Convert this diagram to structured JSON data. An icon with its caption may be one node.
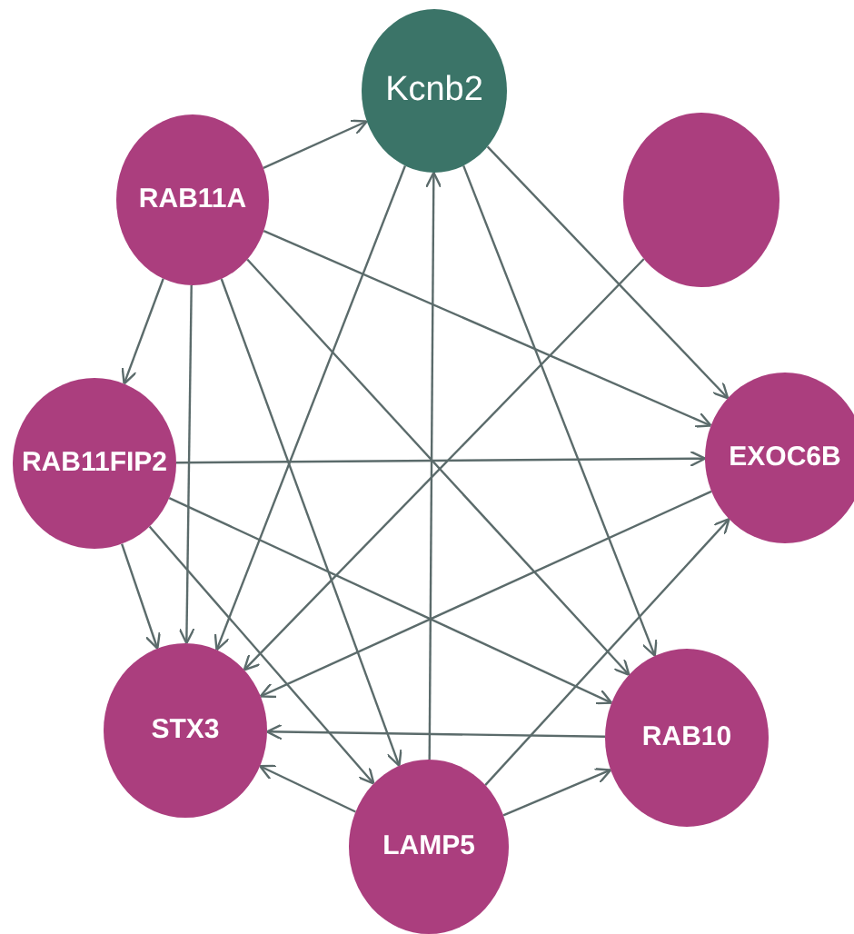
{
  "diagram": {
    "nodes": [
      {
        "text": [
          "Kcnb2"
        ]
      },
      {
        "text": [
          "RAB11A"
        ]
      },
      {
        "text": [],
        "shape": "circle"
      },
      {
        "text": [
          "RAB11FIP2"
        ]
      },
      {
        "text": [
          "EXOC6B"
        ]
      },
      {
        "text": [
          "STX3"
        ]
      },
      {
        "text": [
          "RAB10"
        ]
      },
      {
        "text": [
          "LAMP5"
        ]
      }
    ],
    "edges": [
      {
        "from": 1,
        "to": 0,
        "arrow": "to"
      },
      {
        "from": 1,
        "to": 3,
        "arrow": "to"
      },
      {
        "from": 1,
        "to": 5,
        "arrow": "to"
      },
      {
        "from": 1,
        "to": 7,
        "arrow": "to"
      },
      {
        "from": 1,
        "to": 6,
        "arrow": "to"
      },
      {
        "from": 1,
        "to": 4,
        "arrow": "to"
      },
      {
        "from": 0,
        "to": 5,
        "arrow": "to"
      },
      {
        "from": 7,
        "to": 0,
        "arrow": "to"
      },
      {
        "from": 0,
        "to": 6,
        "arrow": "to"
      },
      {
        "from": 0,
        "to": 4,
        "arrow": "to"
      },
      {
        "from": 2,
        "to": 5,
        "arrow": "to"
      },
      {
        "from": 3,
        "to": 4,
        "arrow": "to"
      },
      {
        "from": 3,
        "to": 5,
        "arrow": "to"
      },
      {
        "from": 3,
        "to": 6,
        "arrow": "to"
      },
      {
        "from": 3,
        "to": 7,
        "arrow": "to"
      },
      {
        "from": 4,
        "to": 5,
        "arrow": "to"
      },
      {
        "from": 6,
        "to": 5,
        "arrow": "to"
      },
      {
        "from": 7,
        "to": 5,
        "arrow": "to"
      },
      {
        "from": 7,
        "to": 6,
        "arrow": "to"
      },
      {
        "from": 7,
        "to": 4,
        "arrow": "to"
      }
    ]
  }
}
